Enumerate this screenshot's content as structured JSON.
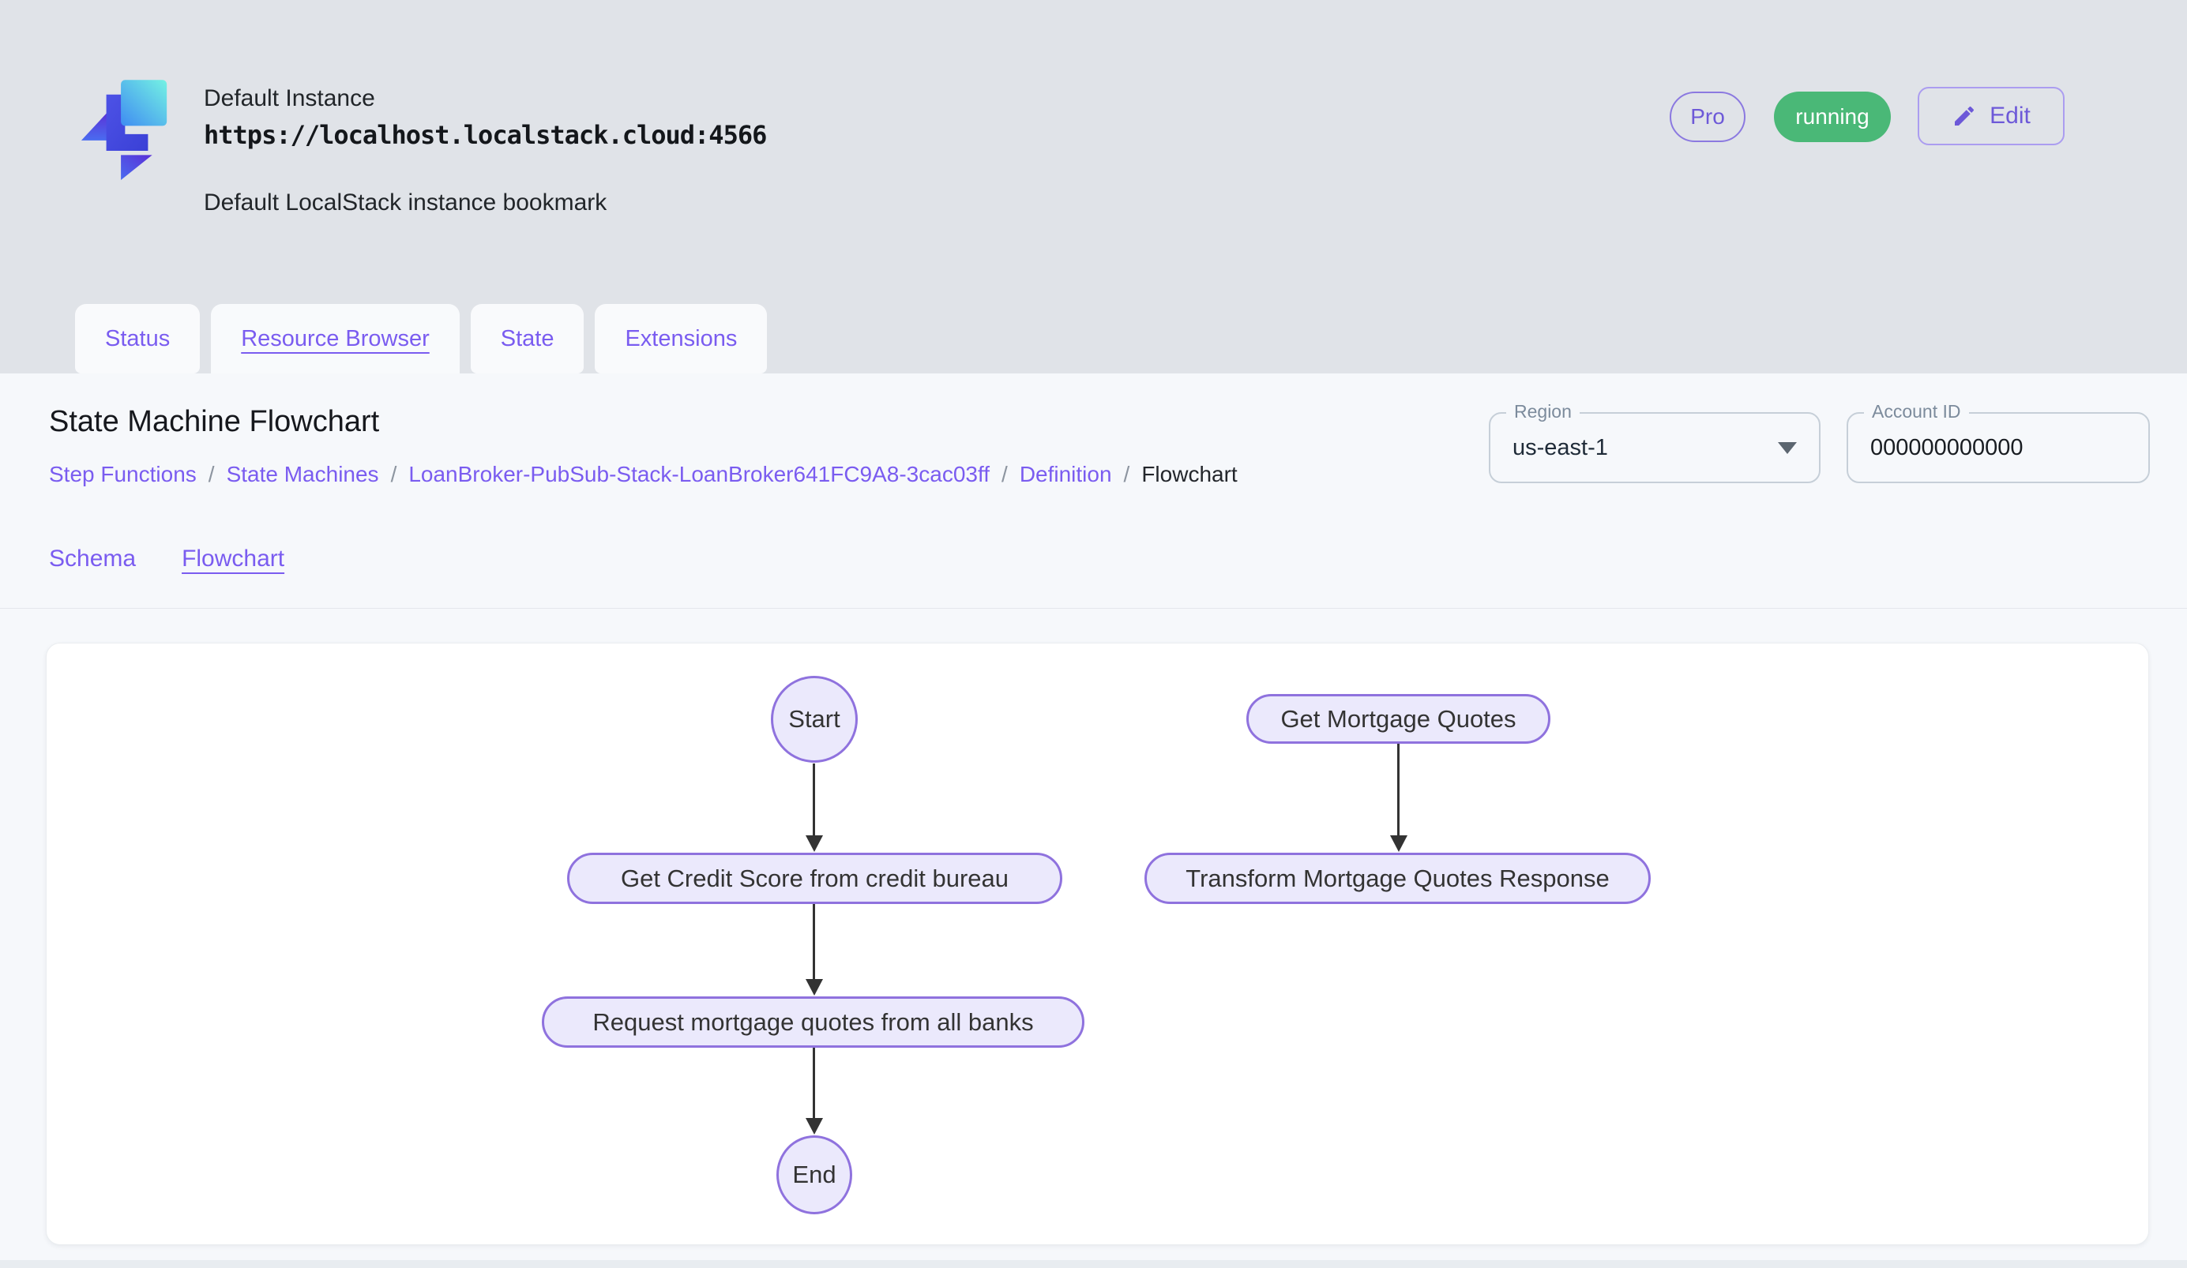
{
  "header": {
    "instance_name": "Default Instance",
    "instance_url": "https://localhost.localstack.cloud:4566",
    "instance_description": "Default LocalStack instance bookmark",
    "pro_badge": "Pro",
    "status_badge": "running",
    "edit_button": "Edit"
  },
  "tabs": [
    {
      "label": "Status",
      "active": false
    },
    {
      "label": "Resource Browser",
      "active": true
    },
    {
      "label": "State",
      "active": false
    },
    {
      "label": "Extensions",
      "active": false
    }
  ],
  "page": {
    "title": "State Machine Flowchart",
    "breadcrumb": {
      "separator": "/",
      "items": [
        {
          "label": "Step Functions",
          "link": true
        },
        {
          "label": "State Machines",
          "link": true
        },
        {
          "label": "LoanBroker-PubSub-Stack-LoanBroker641FC9A8-3cac03ff",
          "link": true
        },
        {
          "label": "Definition",
          "link": true
        },
        {
          "label": "Flowchart",
          "link": false
        }
      ]
    },
    "region": {
      "label": "Region",
      "value": "us-east-1"
    },
    "account": {
      "label": "Account ID",
      "value": "000000000000"
    },
    "subtabs": [
      {
        "label": "Schema",
        "active": false
      },
      {
        "label": "Flowchart",
        "active": true
      }
    ]
  },
  "flowchart": {
    "nodes": {
      "start": "Start",
      "get_credit_score": "Get Credit Score from credit bureau",
      "request_quotes": "Request mortgage quotes from all banks",
      "end": "End",
      "get_mortgage_quotes": "Get Mortgage Quotes",
      "transform_response": "Transform Mortgage Quotes Response"
    },
    "edges": [
      [
        "Start",
        "Get Credit Score from credit bureau"
      ],
      [
        "Get Credit Score from credit bureau",
        "Request mortgage quotes from all banks"
      ],
      [
        "Request mortgage quotes from all banks",
        "End"
      ],
      [
        "Get Mortgage Quotes",
        "Transform Mortgage Quotes Response"
      ]
    ]
  },
  "colors": {
    "accent_purple": "#7a5cf0",
    "badge_green": "#4ab877",
    "node_fill": "#ebe9fc",
    "node_border": "#8f72de",
    "arrow": "#333333",
    "page_background": "#e0e3e8",
    "panel_background": "#f6f8fb"
  },
  "icons": {
    "logo": "localstack-logo",
    "edit": "pencil-icon",
    "region_dropdown": "chevron-down-icon"
  }
}
